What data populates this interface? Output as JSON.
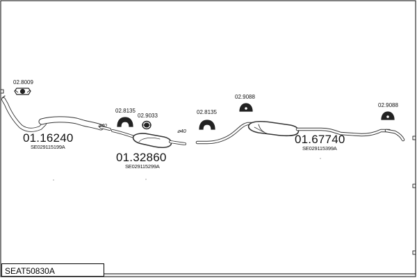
{
  "diagram": {
    "kit_code": "SEAT50830A",
    "parts": [
      {
        "number": "01.16240",
        "oem": "SE029115199A"
      },
      {
        "number": "01.32860",
        "oem": "SE029115299A"
      },
      {
        "number": "01.67740",
        "oem": "SE029115399A"
      }
    ],
    "accessories": [
      "02.8009",
      "02.8135",
      "02.9033",
      "02.8135",
      "02.9088",
      "02.9088"
    ],
    "diameters": [
      "⌀40",
      "⌀40"
    ]
  }
}
